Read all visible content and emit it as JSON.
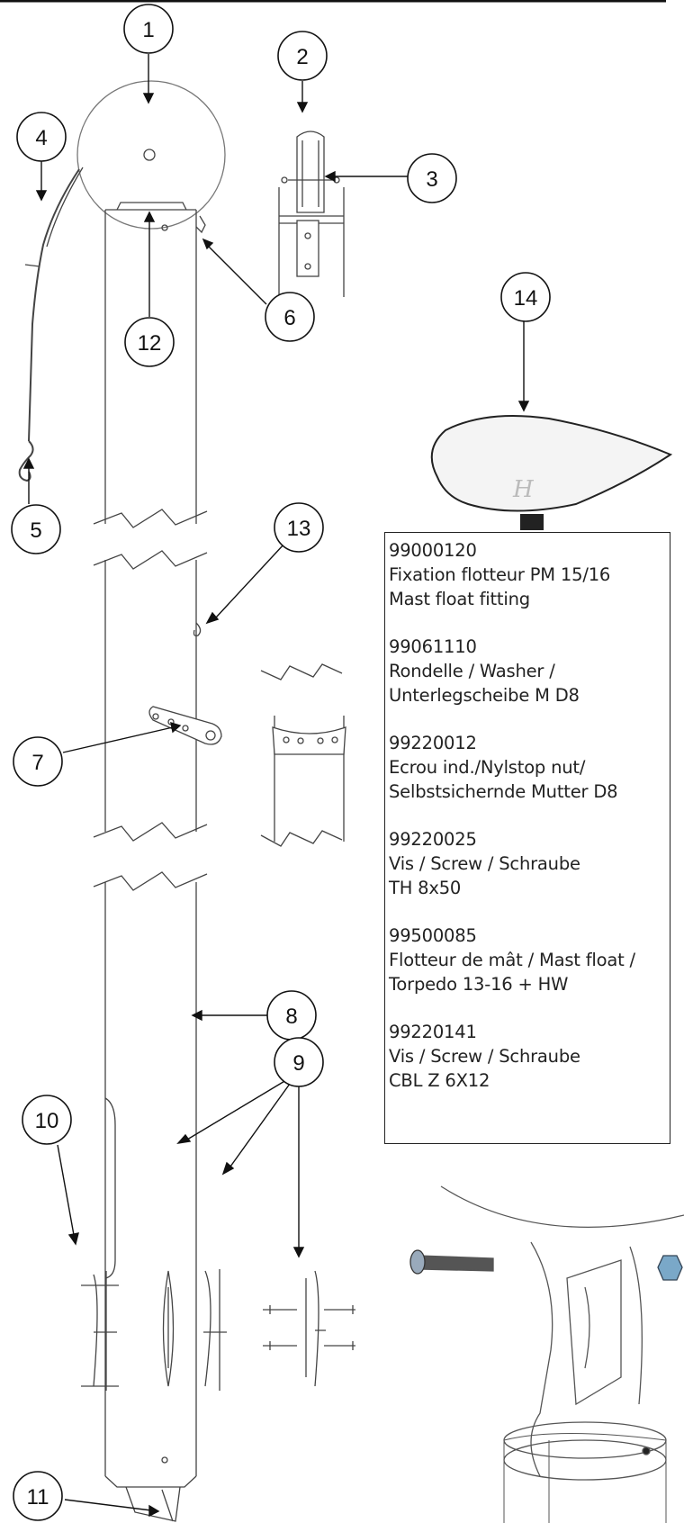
{
  "callouts": [
    "1",
    "2",
    "3",
    "4",
    "5",
    "6",
    "7",
    "8",
    "9",
    "10",
    "11",
    "12",
    "13",
    "14"
  ],
  "parts": [
    {
      "ref": "99000120",
      "lines": [
        "Fixation flotteur PM 15/16",
        "Mast float fitting"
      ]
    },
    {
      "ref": "99061110",
      "lines": [
        "Rondelle / Washer /",
        "Unterlegscheibe M D8"
      ]
    },
    {
      "ref": "99220012",
      "lines": [
        "Ecrou ind./Nylstop nut/",
        "Selbstsichernde Mutter D8"
      ]
    },
    {
      "ref": "99220025",
      "lines": [
        "Vis / Screw / Schraube",
        "TH 8x50"
      ]
    },
    {
      "ref": "99500085",
      "lines": [
        "Flotteur de mât / Mast float /",
        "Torpedo 13-16 + HW"
      ]
    },
    {
      "ref": "99220141",
      "lines": [
        "Vis / Screw / Schraube",
        "CBL Z 6X12"
      ]
    }
  ]
}
